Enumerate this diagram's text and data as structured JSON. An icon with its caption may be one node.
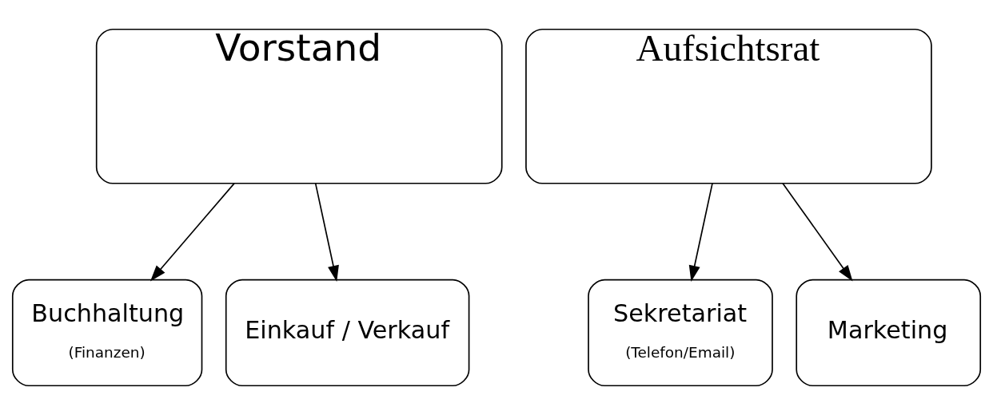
{
  "diagram": {
    "nodes": [
      {
        "text": [
          "Vorstand"
        ]
      },
      {
        "text": [
          "Aufsichtsrat"
        ]
      },
      {
        "text": [
          "Buchhaltung",
          "(Finanzen)"
        ]
      },
      {
        "text": [
          "Einkauf / Verkauf"
        ]
      },
      {
        "text": [
          "Sekretariat",
          "(Telefon/Email)"
        ]
      },
      {
        "text": [
          "Marketing"
        ]
      }
    ],
    "edges": [
      {
        "from": 0,
        "to": 2,
        "arrow": "to"
      },
      {
        "from": 0,
        "to": 3,
        "arrow": "to"
      },
      {
        "from": 1,
        "to": 4,
        "arrow": "to"
      },
      {
        "from": 1,
        "to": 5,
        "arrow": "to"
      }
    ]
  }
}
